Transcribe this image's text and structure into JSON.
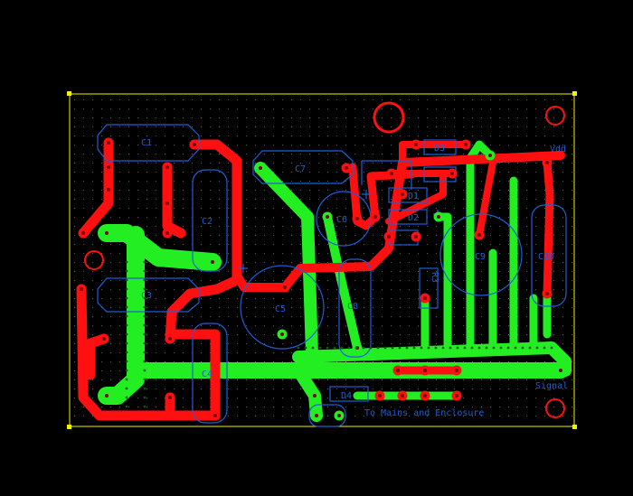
{
  "colors": {
    "background": "#000000",
    "board_outline": "#f2f200",
    "top_copper": "#ff1010",
    "bottom_copper": "#22ee22",
    "silkscreen": "#1f5fd6",
    "pad_hole": "#7a0000",
    "grid": "#5a5a5a"
  },
  "labels": {
    "c1": "C1",
    "c2": "C2",
    "c3": "C3",
    "c4": "C4",
    "c5": "C5",
    "c6": "C6",
    "c7": "C7",
    "c8": "C8",
    "c9": "C9",
    "c10": "C10",
    "d1": "D1",
    "d2": "D2",
    "d3": "D3",
    "d4": "D4",
    "r3": "R3",
    "vdd": "Vdd",
    "signal": "Signal",
    "mains": "To Mains and Enclosure"
  }
}
